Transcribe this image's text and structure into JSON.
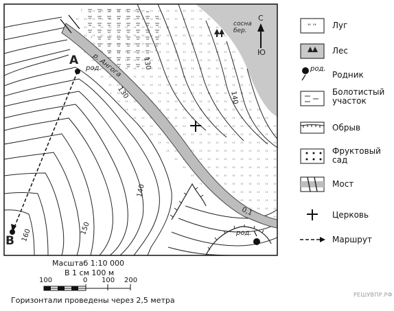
{
  "map": {
    "river_name": "р. Ангога",
    "labels": {
      "point_a": "А",
      "point_b": "В",
      "forest_type": "сосна\nбер.",
      "spring_1": "род.",
      "spring_2": "род."
    },
    "contours": {
      "c130_top": "130",
      "c130_mid": "130",
      "c140_right": "140",
      "c140_left": "140",
      "c150": "150",
      "c160": "160"
    },
    "river_level": "0,1",
    "compass": {
      "north": "С",
      "south": "Ю"
    }
  },
  "legend": {
    "items": [
      {
        "label": "Луг",
        "icon": "meadow-icon"
      },
      {
        "label": "Лес",
        "icon": "forest-icon"
      },
      {
        "label": "Родник",
        "icon": "spring-icon"
      },
      {
        "label": "Болотистый участок",
        "icon": "swamp-icon"
      },
      {
        "label": "Обрыв",
        "icon": "cliff-icon"
      },
      {
        "label": "Фруктовый сад",
        "icon": "orchard-icon"
      },
      {
        "label": "Мост",
        "icon": "bridge-icon"
      },
      {
        "label": "Церковь",
        "icon": "church-icon"
      },
      {
        "label": "Маршрут",
        "icon": "route-icon"
      }
    ],
    "spring_sample": "род."
  },
  "scale": {
    "title": "Масштаб 1:10 000",
    "subtitle": "В 1 см 100 м",
    "ticks": [
      "100",
      "0",
      "100",
      "200"
    ],
    "note": "Горизонтали проведены через 2,5 метра"
  },
  "watermark": "РЕШУВПР.РФ"
}
